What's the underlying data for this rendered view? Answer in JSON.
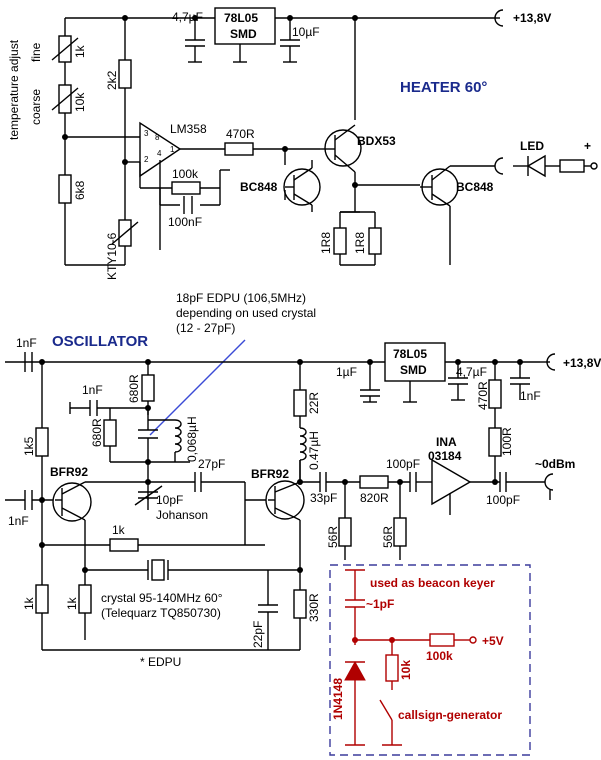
{
  "labels": {
    "temp_adjust": "temperature adjust",
    "fine": "fine",
    "coarse": "coarse",
    "r_1k_top": "1k",
    "r_10k": "10k",
    "r_6k8": "6k8",
    "r_2k2": "2k2",
    "kty": "KTY10-6",
    "lm358": "LM358",
    "pin3": "3",
    "pin2": "2",
    "pin8": "8",
    "pin1": "1",
    "pin4": "4",
    "r_470R_top": "470R",
    "r_100k": "100k",
    "c_100nF": "100nF",
    "c_47uF_top": "4,7µF",
    "reg_top_a": "78L05",
    "reg_top_b": "SMD",
    "c_10uF": "10µF",
    "supply_top": "+13,8V",
    "heater": "HEATER 60°",
    "bdx53": "BDX53",
    "bc848_left": "BC848",
    "bc848_right": "BC848",
    "r_1R8_a": "1R8",
    "r_1R8_b": "1R8",
    "led": "LED",
    "plus": "+",
    "edpu_note_1": "18pF EDPU (106,5MHz)",
    "edpu_note_2": "depending on used crystal",
    "edpu_note_3": "(12 - 27pF)",
    "oscillator": "OSCILLATOR",
    "c_1nF_in": "1nF",
    "c_1nF_top": "1nF",
    "r_680R_a": "680R",
    "r_680R_b": "680R",
    "l_0068": "0,068µH",
    "r_1k5": "1k5",
    "bfr92_left": "BFR92",
    "c_1nF_base": "1nF",
    "c_27pF": "27pF",
    "c_10pF": "10pF",
    "johanson": "Johanson",
    "r_1k_fb": "1k",
    "r_1k_left": "1k",
    "r_1k_mid": "1k",
    "crystal_1": "crystal 95-140MHz  60°",
    "crystal_2": "(Telequarz TQ850730)",
    "edpu_star": "* EDPU",
    "c_1uF": "1µF",
    "reg_bot_a": "78L05",
    "reg_bot_b": "SMD",
    "c_47uF_bot": "4,7µF",
    "r_470R_bot": "470R",
    "c_1nF_right": "1nF",
    "supply_bot": "+13,8V",
    "r_22R": "22R",
    "l_047": "0.47µH",
    "bfr92_right": "BFR92",
    "c_33pF": "33pF",
    "r_820R": "820R",
    "c_100pF_a": "100pF",
    "ina_1": "INA",
    "ina_2": "03184",
    "r_100R": "100R",
    "c_100pF_b": "100pF",
    "out": "~0dBm",
    "r_56R_a": "56R",
    "r_56R_b": "56R",
    "c_22pF": "22pF",
    "r_330R": "330R",
    "beacon": "used as beacon keyer",
    "c_1pF": "~1pF",
    "plus5v": "+5V",
    "r_100k_bot": "100k",
    "d_1n4148": "1N4148",
    "r_10k_bot": "10k",
    "callsign": "callsign-generator"
  },
  "colors": {
    "wire": "#000000",
    "keyer": "#b00000",
    "title": "#1a2a8c",
    "note_line": "#3a4bd6",
    "dashed_box": "#3b3b9c"
  }
}
